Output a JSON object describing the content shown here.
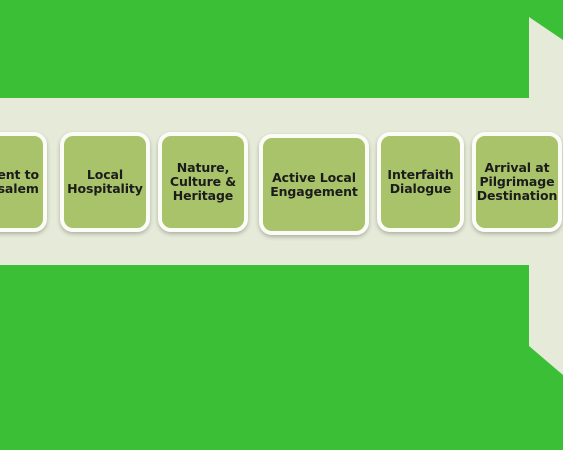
{
  "colors": {
    "background": "#3bbf37",
    "arrow": "#e6ebd9",
    "box_fill": "#a8c36a",
    "box_border": "#fbfcf6",
    "text": "#1c1c1c"
  },
  "steps": [
    {
      "label": "ent to\nsalem"
    },
    {
      "label": "Local\nHospitality"
    },
    {
      "label": "Nature,\nCulture &\nHeritage"
    },
    {
      "label": "Active Local\nEngagement"
    },
    {
      "label": "Interfaith\nDialogue"
    },
    {
      "label": "Arrival at\nPilgrimage\nDestination"
    }
  ]
}
